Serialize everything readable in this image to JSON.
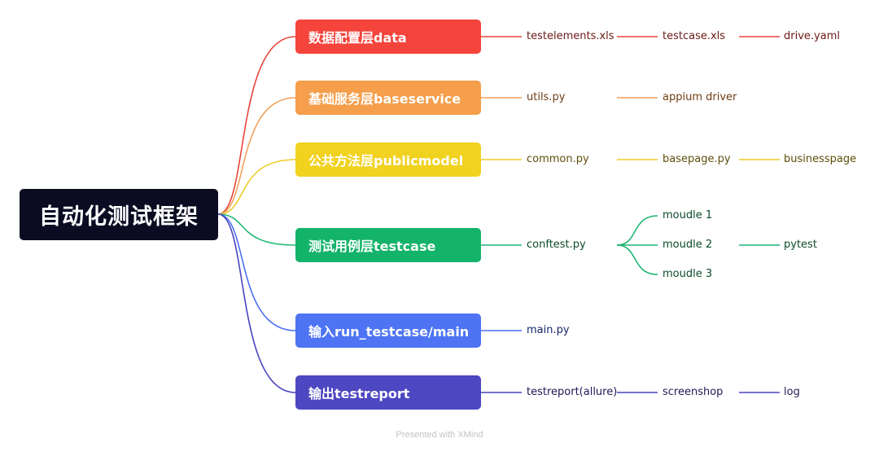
{
  "root": {
    "label": "自动化测试框架",
    "color": "#0b0c22"
  },
  "branches": [
    {
      "label": "数据配置层data",
      "color": "#f5443c",
      "line": "#e8453a",
      "text": "#6b1a16",
      "leaves": [
        "testelements.xls",
        "testcase.xls",
        "drive.yaml"
      ]
    },
    {
      "label": "基础服务层baseservice",
      "color": "#f59e4b",
      "line": "#f0a15c",
      "text": "#6e3d14",
      "leaves": [
        "utils.py",
        "appium driver"
      ]
    },
    {
      "label": "公共方法层publicmodel",
      "color": "#f0d21f",
      "line": "#eccb2a",
      "text": "#5e4e0a",
      "leaves": [
        "common.py",
        "basepage.py",
        "businesspage"
      ]
    },
    {
      "label": "测试用例层testcase",
      "color": "#14b36a",
      "line": "#1fb673",
      "text": "#0c4a2a",
      "leaves": [
        "conftest.py",
        "moudle 1",
        "moudle 2",
        "moudle 3",
        "pytest"
      ]
    },
    {
      "label": "输入run_testcase/main",
      "color": "#4e74f4",
      "line": "#4b6ff2",
      "text": "#16256a",
      "leaves": [
        "main.py"
      ]
    },
    {
      "label": "输出testreport",
      "color": "#4d47c2",
      "line": "#4a44c0",
      "text": "#1c1a55",
      "leaves": [
        "testreport(allure)",
        "screenshop",
        "log"
      ]
    }
  ],
  "footer": "Presented with XMind"
}
